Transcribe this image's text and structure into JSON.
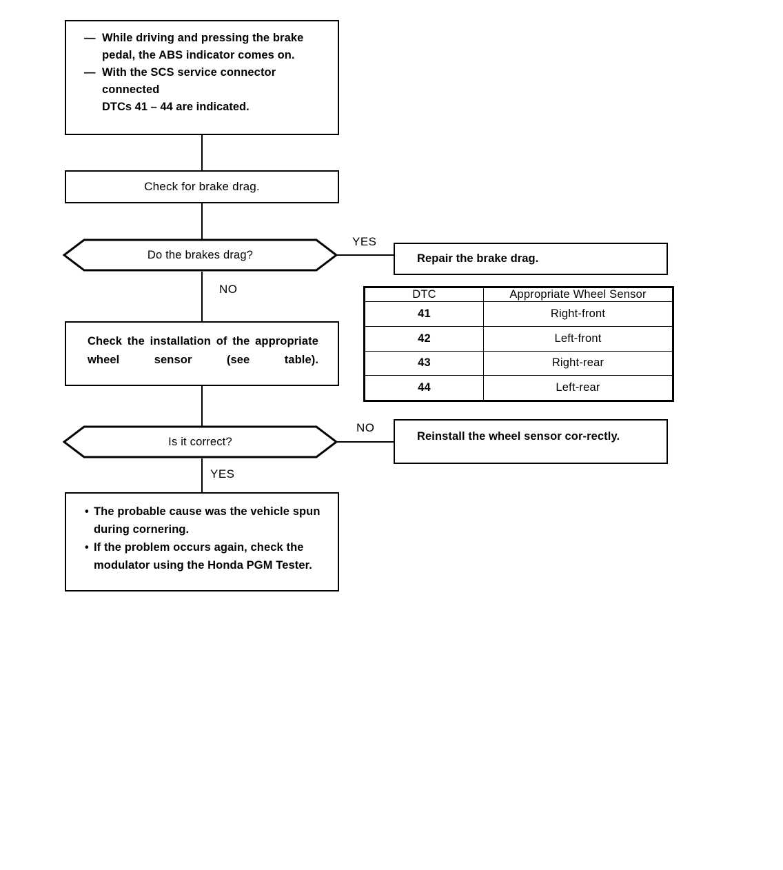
{
  "diagram": {
    "title": "ABS wheel sensor DTC 41-44 troubleshooting flowchart",
    "symptom": {
      "items": [
        {
          "dash": "—",
          "text": "While driving and pressing the brake pedal, the ABS indicator comes on."
        },
        {
          "dash": "—",
          "text": "With the SCS service connector connected"
        }
      ],
      "sub_line": "DTCs 41 – 44 are indicated."
    },
    "steps": {
      "check_brake_drag": "Check for brake drag.",
      "check_installation": "Check the installation of the appropriate wheel sensor (see table)."
    },
    "decisions": {
      "brakes_drag": "Do the brakes drag?",
      "is_correct": "Is it correct?"
    },
    "results": {
      "repair_brake_drag": "Repair the brake drag.",
      "reinstall_sensor": "Reinstall the wheel sensor cor-rectly."
    },
    "conclusion": {
      "bullet": "•",
      "items": [
        "The probable cause was the vehicle spun during cornering.",
        "If the problem occurs again, check the modulator using the Honda PGM Tester."
      ]
    },
    "branch_labels": {
      "yes_drag": "YES",
      "no_drag": "NO",
      "no_correct": "NO",
      "yes_correct": "YES"
    },
    "table": {
      "headers": [
        "DTC",
        "Appropriate Wheel Sensor"
      ],
      "rows": [
        [
          "41",
          "Right-front"
        ],
        [
          "42",
          "Left-front"
        ],
        [
          "43",
          "Right-rear"
        ],
        [
          "44",
          "Left-rear"
        ]
      ]
    },
    "colors": {
      "line": "#000000",
      "background": "#ffffff"
    }
  }
}
